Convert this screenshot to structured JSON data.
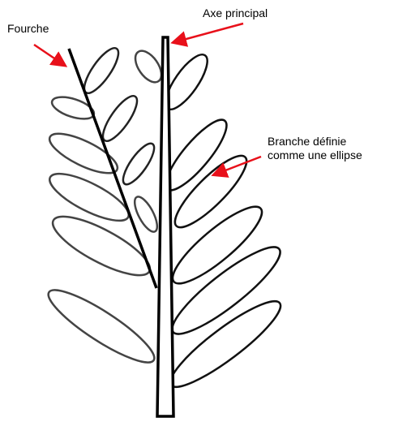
{
  "labels": {
    "fourche": "Fourche",
    "axe_principal": "Axe principal",
    "branche_line1": "Branche définie",
    "branche_line2": "comme une ellipse"
  },
  "colors": {
    "arrow": "#e8101a",
    "axis": "#000000",
    "leaf_left": "#444444",
    "leaf_right": "#111111"
  }
}
